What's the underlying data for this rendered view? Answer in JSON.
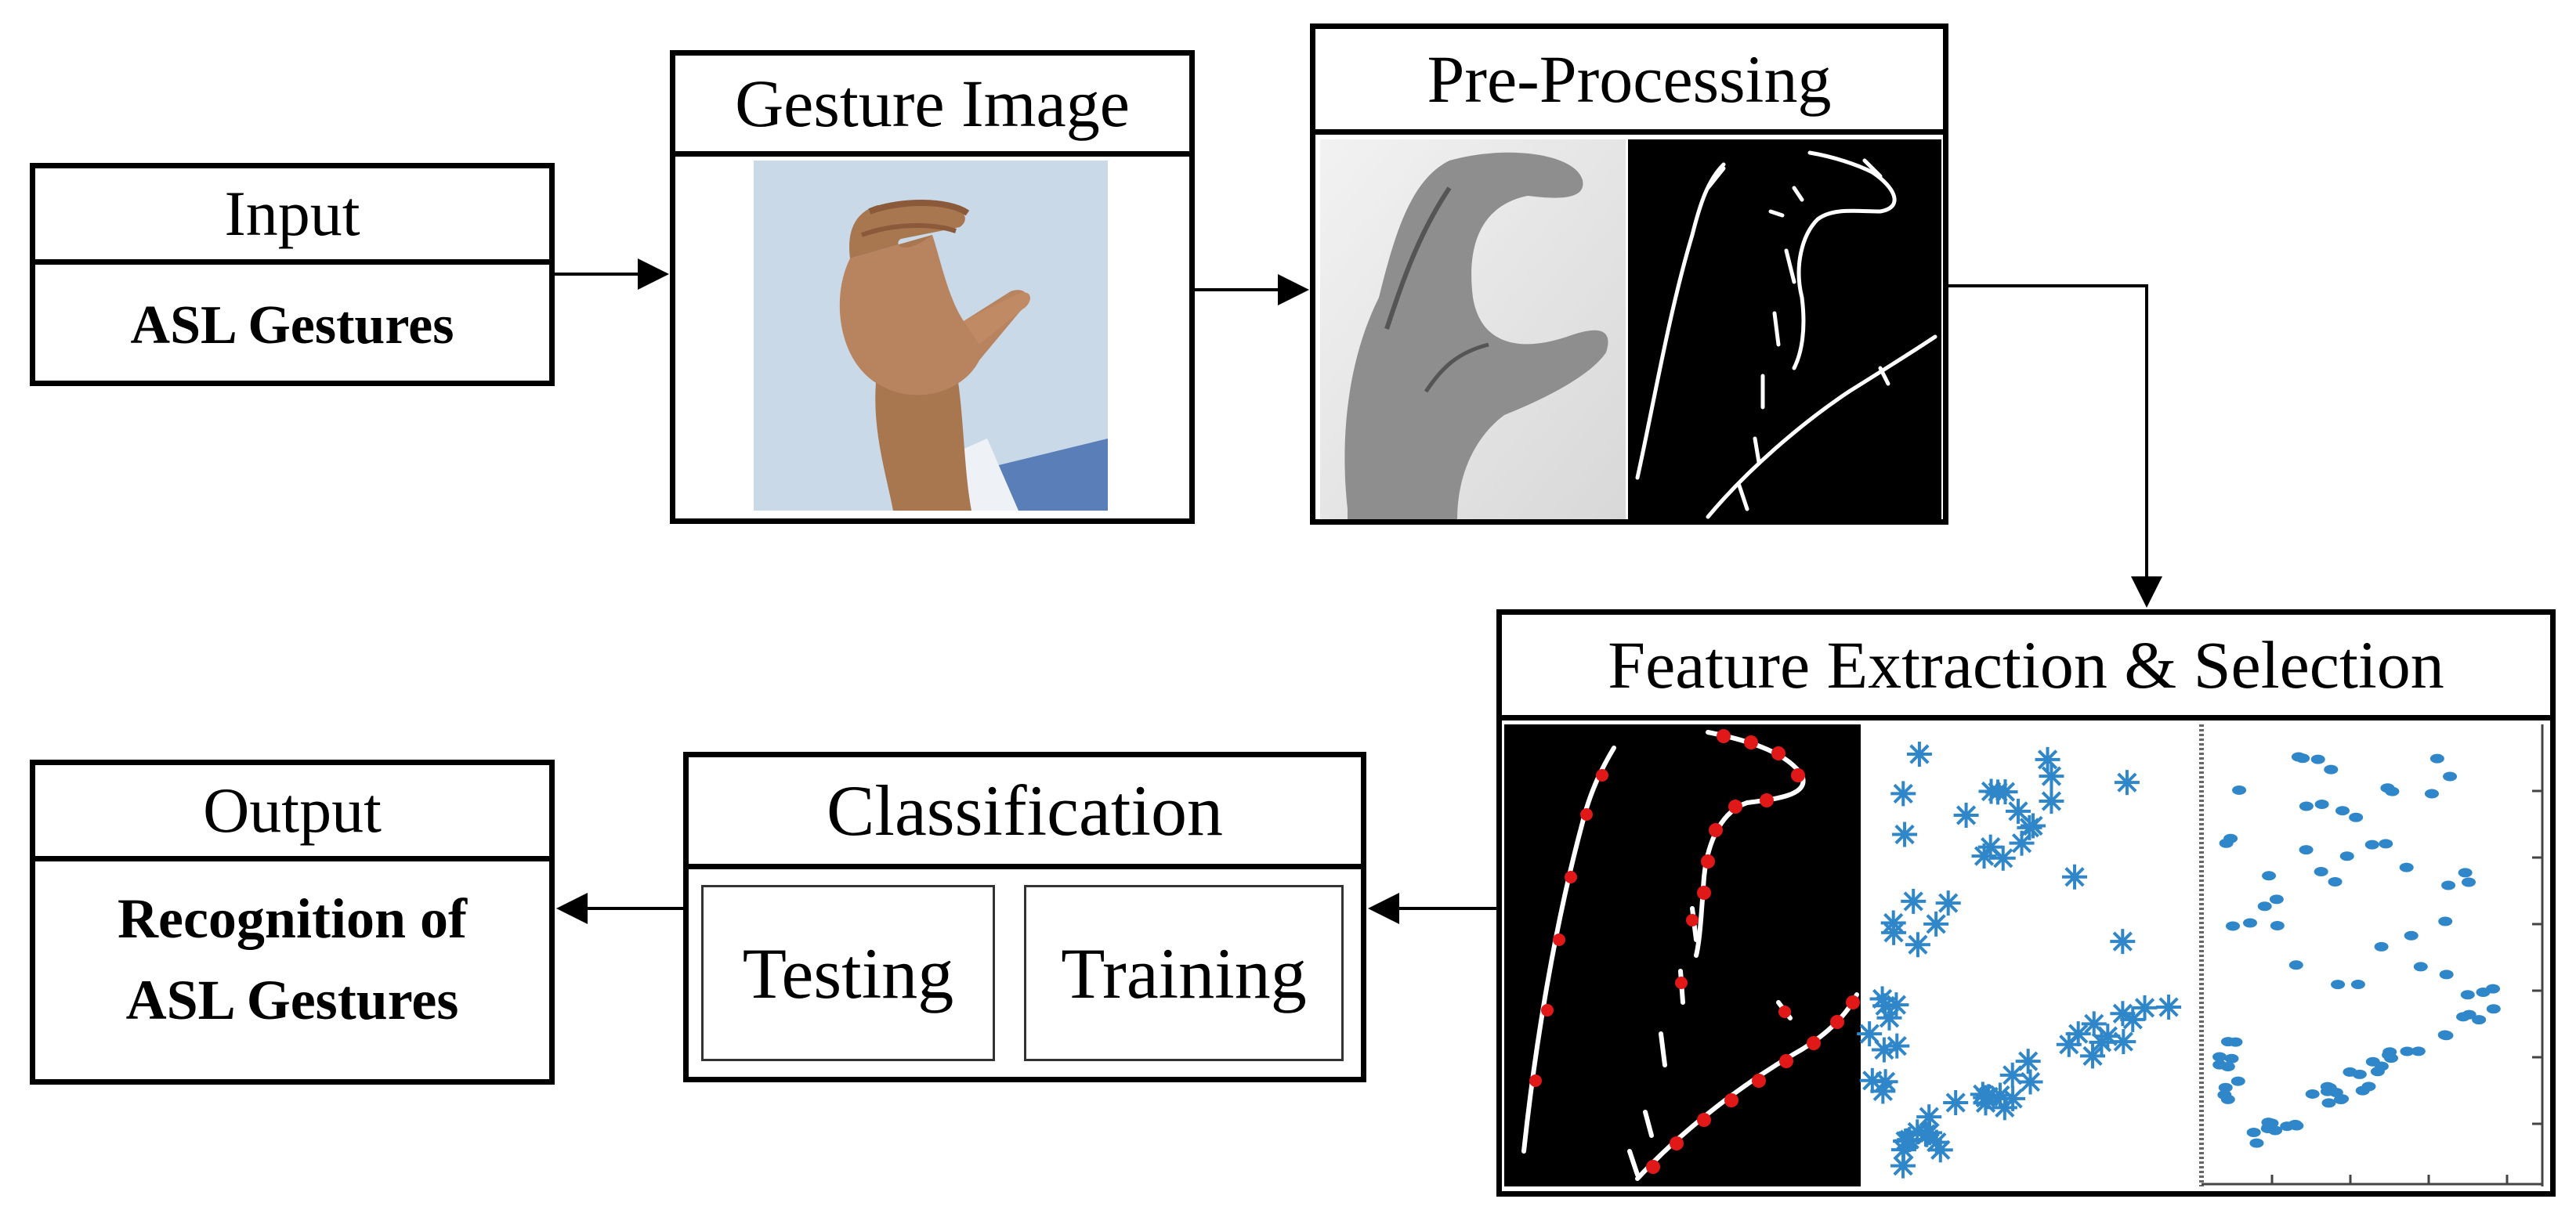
{
  "input": {
    "title": "Input",
    "body": "ASL Gestures"
  },
  "gesture_image": {
    "title": "Gesture Image"
  },
  "pre_processing": {
    "title": "Pre-Processing"
  },
  "feature_extraction": {
    "title": "Feature Extraction & Selection"
  },
  "classification": {
    "title": "Classification",
    "left": "Testing",
    "right": "Training"
  },
  "output": {
    "title": "Output",
    "body_line1": "Recognition of",
    "body_line2": "ASL Gestures"
  },
  "colors": {
    "skin": "#b8835f",
    "background_blue": "#c9d9e8",
    "marker_red": "#e01818",
    "scatter_blue": "#2f86c8"
  }
}
